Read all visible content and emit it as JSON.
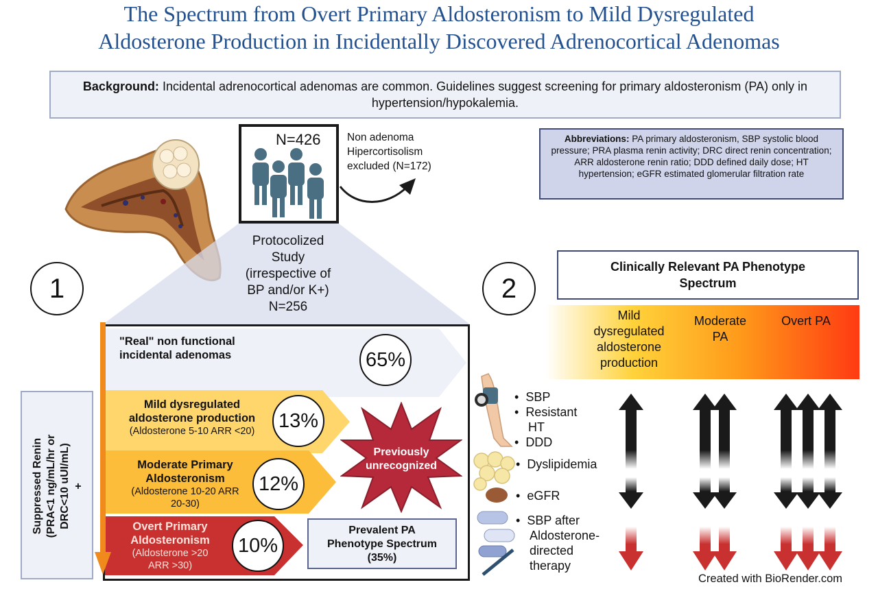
{
  "title": {
    "line1": "The Spectrum from Overt Primary Aldosteronism to Mild Dysregulated",
    "line2": "Aldosterone Production in Incidentally Discovered Adrenocortical Adenomas"
  },
  "background": {
    "label": "Background:",
    "text": " Incidental adrenocortical adenomas are common. Guidelines suggest screening for primary aldosteronism (PA) only in hypertension/hypokalemia."
  },
  "abbreviations": {
    "label": "Abbreviations:",
    "text": " PA primary aldosteronism, SBP systolic blood pressure; PRA plasma renin activity; DRC direct renin concentration; ARR aldosterone renin ratio; DDD defined daily dose; HT hypertension; eGFR estimated glomerular filtration rate"
  },
  "cohort": {
    "n_label": "N=426",
    "excluded_line1": "Non adenoma",
    "excluded_line2": "Hipercortisolism",
    "excluded_line3": "excluded (N=172)"
  },
  "protocol": {
    "line1": "Protocolized",
    "line2": "Study",
    "line3": "(irrespective of",
    "line4": "BP and/or K+)",
    "line5": "N=256"
  },
  "panel1_number": "1",
  "panel2_number": "2",
  "groups": {
    "nonfunctional": {
      "line1": "\"Real\" non functional",
      "line2": "incidental adenomas",
      "pct": "65%"
    },
    "mild": {
      "line1": "Mild dysregulated",
      "line2": "aldosterone production",
      "sub": "(Aldosterone 5-10 ARR <20)",
      "pct": "13%"
    },
    "moderate": {
      "line1": "Moderate Primary",
      "line2": "Aldosteronism",
      "sub1": "(Aldosterone 10-20 ARR",
      "sub2": "20-30)",
      "pct": "12%"
    },
    "overt": {
      "line1": "Overt Primary",
      "line2": "Aldosteronism",
      "sub1": "(Aldosterone >20",
      "sub2": "ARR >30)",
      "pct": "10%"
    }
  },
  "previously": {
    "line1": "Previously",
    "line2": "unrecognized"
  },
  "renin": {
    "line1": "Suppressed Renin",
    "line2": "(PRA<1 ng/mL/hr or",
    "line3": "DRC<10 uUI/mL)",
    "line4": "+"
  },
  "prevalent": {
    "line1": "Prevalent PA",
    "line2": "Phenotype Spectrum",
    "line3": "(35%)"
  },
  "clinical": {
    "line1": "Clinically Relevant PA Phenotype",
    "line2": "Spectrum"
  },
  "spectrum": {
    "mild": {
      "l1": "Mild",
      "l2": "dysregulated",
      "l3": "aldosterone",
      "l4": "production"
    },
    "moderate": {
      "l1": "Moderate",
      "l2": "PA"
    },
    "overt": {
      "l1": "Overt PA"
    }
  },
  "outcomes": {
    "sbp": "SBP",
    "resistant1": "Resistant",
    "resistant2": "HT",
    "ddd": "DDD",
    "dyslipidemia": "Dyslipidemia",
    "egfr": "eGFR",
    "after1": "SBP after",
    "after2": "Aldosterone-",
    "after3": "directed",
    "after4": "therapy"
  },
  "credit": "Created with BioRender.com",
  "colors": {
    "title": "#23508f",
    "mild": "#ffd66b",
    "moderate": "#fbbd3a",
    "overt": "#c8312f",
    "star": "#b5293a",
    "arrow_black": "#1a1a1a",
    "arrow_red": "#c8312f"
  }
}
